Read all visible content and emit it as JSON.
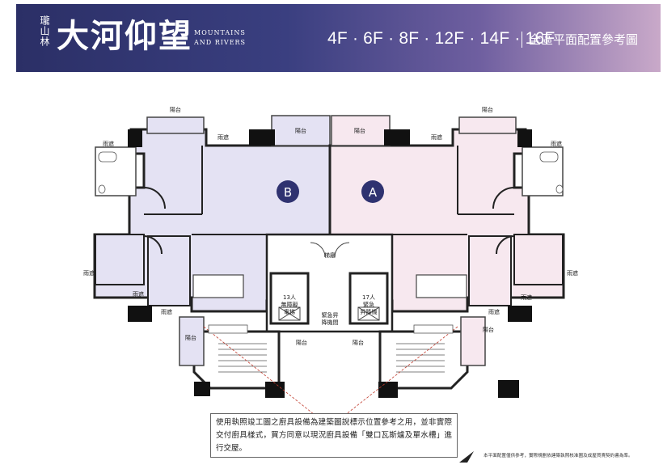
{
  "header": {
    "brand_vertical": "瓏山林",
    "brand_main": "大河仰望",
    "brand_en_line1": "MOUNTAINS",
    "brand_en_line2": "AND RIVERS",
    "floors": "4F · 6F · 8F · 12F · 14F · 16F",
    "plan_title": "全區平面配置參考圖"
  },
  "units": {
    "b": "B",
    "a": "A"
  },
  "rooms": {
    "balcony": "陽台",
    "canopy": "雨遮",
    "stair_hall": "梯廳",
    "elevator_13_line1": "13人",
    "elevator_13_line2": "無障礙",
    "elevator_13_line3": "電梯",
    "elevator_17_line1": "17人",
    "elevator_17_line2": "緊急",
    "elevator_17_line3": "昇降機",
    "emergency_line1": "緊急昇",
    "emergency_line2": "降機間"
  },
  "colors": {
    "unit_b": "#e4e2f3",
    "unit_a": "#f7e8ef",
    "wall": "#222222",
    "badge": "#2f3270"
  },
  "notes": {
    "main": "使用執照竣工圖之廚具設備為建築圖說標示位置參考之用，並非實際交付廚具樣式，買方同意以現況廚具設備「雙口瓦斯爐及單水槽」進行交屋。",
    "disclaimer": "本平面配置僅供參考，實際規劃依建築執照核准圖及成屋買賣契約書為準。"
  }
}
